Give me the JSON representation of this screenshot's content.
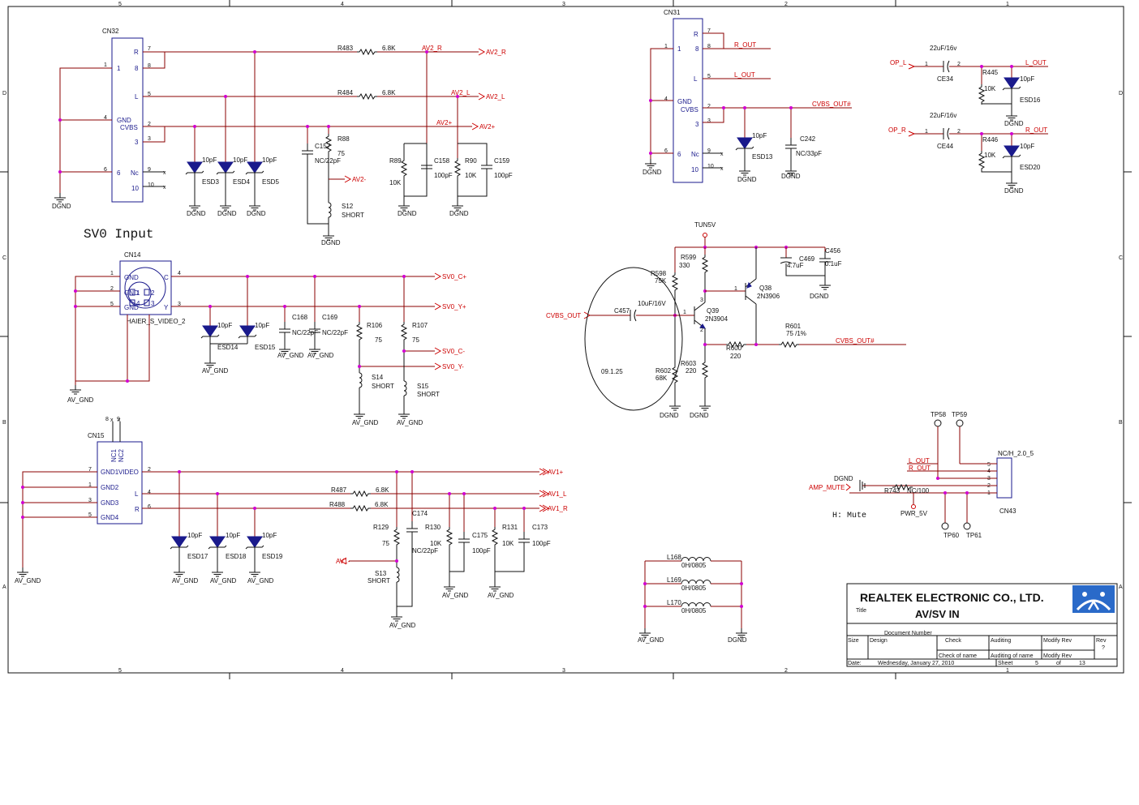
{
  "border": {
    "cols": [
      "5",
      "4",
      "3",
      "2",
      "1"
    ],
    "rows": [
      "D",
      "C",
      "B",
      "A"
    ]
  },
  "section_title": "SV0 Input",
  "connectors": {
    "cn32": {
      "ref": "CN32",
      "pins": [
        "R",
        "L",
        "GND",
        "CVBS",
        "Nc"
      ],
      "nums": [
        "1",
        "8",
        "4",
        "3",
        "6",
        "9",
        "10",
        "7",
        "5",
        "2"
      ]
    },
    "cn31": {
      "ref": "CN31",
      "pins": [
        "R",
        "L",
        "GND",
        "CVBS",
        "Nc"
      ],
      "nums": [
        "7",
        "8",
        "1",
        "5",
        "4",
        "2",
        "3",
        "6",
        "9",
        "10"
      ]
    },
    "cn14": {
      "ref": "CN14",
      "part": "HAIER_S_VIDEO_2",
      "inner": [
        "GND",
        "GND",
        "GND",
        "Y",
        "C",
        "1",
        "2",
        "3",
        "4"
      ],
      "nums": [
        "1",
        "2",
        "5",
        "4",
        "3"
      ]
    },
    "cn15": {
      "ref": "CN15",
      "pins": [
        "GND1",
        "VIDEO",
        "GND2",
        "L",
        "GND3",
        "R",
        "GND4",
        "NC1",
        "NC2"
      ],
      "nums": [
        "7",
        "1",
        "3",
        "5",
        "2",
        "4",
        "6",
        "8",
        "9"
      ]
    },
    "cn43": {
      "ref": "CN43",
      "part": "NC/H_2.0_5",
      "nums": [
        "5",
        "4",
        "3",
        "2",
        "1"
      ]
    }
  },
  "components": {
    "r483": "R483",
    "r483v": "6.8K",
    "r484": "R484",
    "r484v": "6.8K",
    "r88": "R88",
    "r88v": "75",
    "c157": "C157",
    "c157v": "NC/22pF",
    "r89": "R89",
    "r89v": "10K",
    "c158": "C158",
    "c158v": "100pF",
    "r90": "R90",
    "r90v": "10K",
    "c159": "C159",
    "c159v": "100pF",
    "s12": "S12",
    "s12v": "SHORT",
    "esd3": "ESD3",
    "esd4": "ESD4",
    "esd5": "ESD5",
    "esd13": "ESD13",
    "esd14": "ESD14",
    "esd15": "ESD15",
    "esd16": "ESD16",
    "esd17": "ESD17",
    "esd18": "ESD18",
    "esd19": "ESD19",
    "esd20": "ESD20",
    "esdv": "10pF",
    "c242": "C242",
    "c242v": "NC/33pF",
    "ce34": "CE34",
    "ce44": "CE44",
    "cev": "22uF/16v",
    "r445": "R445",
    "r446": "R446",
    "r44xv": "10K",
    "c168": "C168",
    "c168v": "NC/22pF",
    "c169": "C169",
    "c169v": "NC/22pF",
    "r106": "R106",
    "r106v": "75",
    "r107": "R107",
    "r107v": "75",
    "s14": "S14",
    "s15": "S15",
    "sv": "SHORT",
    "r599": "R599",
    "r599v": "330",
    "r598": "R598",
    "r598v": "75K",
    "c457": "C457",
    "c457v": "10uF/16V",
    "q39": "Q39",
    "q39v": "2N3904",
    "q38": "Q38",
    "q38v": "2N3906",
    "c469": "C469",
    "c469v": "4.7uF",
    "c456": "C456",
    "c456v": "0.1uF",
    "r601": "R601",
    "r601v": "75 /1%",
    "r600": "R600",
    "r600v": "220",
    "r602": "R602",
    "r602v": "68K",
    "r603": "R603",
    "r603v": "220",
    "note": "09.1.25",
    "tun5v": "TUN5V",
    "r487": "R487",
    "r487v": "6.8K",
    "r488": "R488",
    "r488v": "6.8K",
    "r129": "R129",
    "r129v": "75",
    "c174": "C174",
    "c174v": "NC/22pF",
    "r130": "R130",
    "r130v": "10K",
    "c175": "C175",
    "c175v": "100pF",
    "r131": "R131",
    "r131v": "10K",
    "c173": "C173",
    "c173v": "100pF",
    "s13": "S13",
    "s13v": "SHORT",
    "l168": "L168",
    "l169": "L169",
    "l170": "L170",
    "lv": "0H/0805",
    "tp58": "TP58",
    "tp59": "TP59",
    "tp60": "TP60",
    "tp61": "TP61",
    "r743": "R743",
    "r743v": "NC/100",
    "pwr5v": "PWR_5V",
    "mute": "H: Mute"
  },
  "nets": {
    "av2r": "AV2_R",
    "av2l": "AV2_L",
    "av2p": "AV2+",
    "av2m": "AV2-",
    "rout": "R_OUT",
    "lout": "L_OUT",
    "cvbsoutn": "CVBS_OUT#",
    "opl": "OP_L",
    "opr": "OP_R",
    "sv0cp": "SV0_C+",
    "sv0yp": "SV0_Y+",
    "sv0cm": "SV0_C-",
    "sv0ym": "SV0_Y-",
    "cvbsout": "CVBS_OUT",
    "av1p": "AV1+",
    "av1l": "AV1_L",
    "av1r": "AV1_R",
    "av1m": "AV1-",
    "ampmute": "AMP_MUTE"
  },
  "grounds": {
    "dgnd": "DGND",
    "avgnd": "AV_GND"
  },
  "title_block": {
    "company": "REALTEK ELECTRONIC CO., LTD.",
    "title_label": "Title",
    "title": "AV/SV IN",
    "docnum_label": "Document Number",
    "size_label": "Size",
    "design": "Design",
    "check": "Check",
    "auditing": "Auditing",
    "modify": "Modify Rev",
    "rev_label": "Rev",
    "rev": "?",
    "check_name": "Check  of  name",
    "audit_name": "Auditing of name",
    "modify2": "Modify Rev",
    "date_label": "Date:",
    "date": "Wednesday, January 27, 2010",
    "sheet_label": "Sheet",
    "sheet": "5",
    "of": "of",
    "total": "13"
  },
  "colors": {
    "wire": "#8b0000",
    "label": "#1a1a8c",
    "net": "#cc0000",
    "junction": "#d000d0"
  }
}
